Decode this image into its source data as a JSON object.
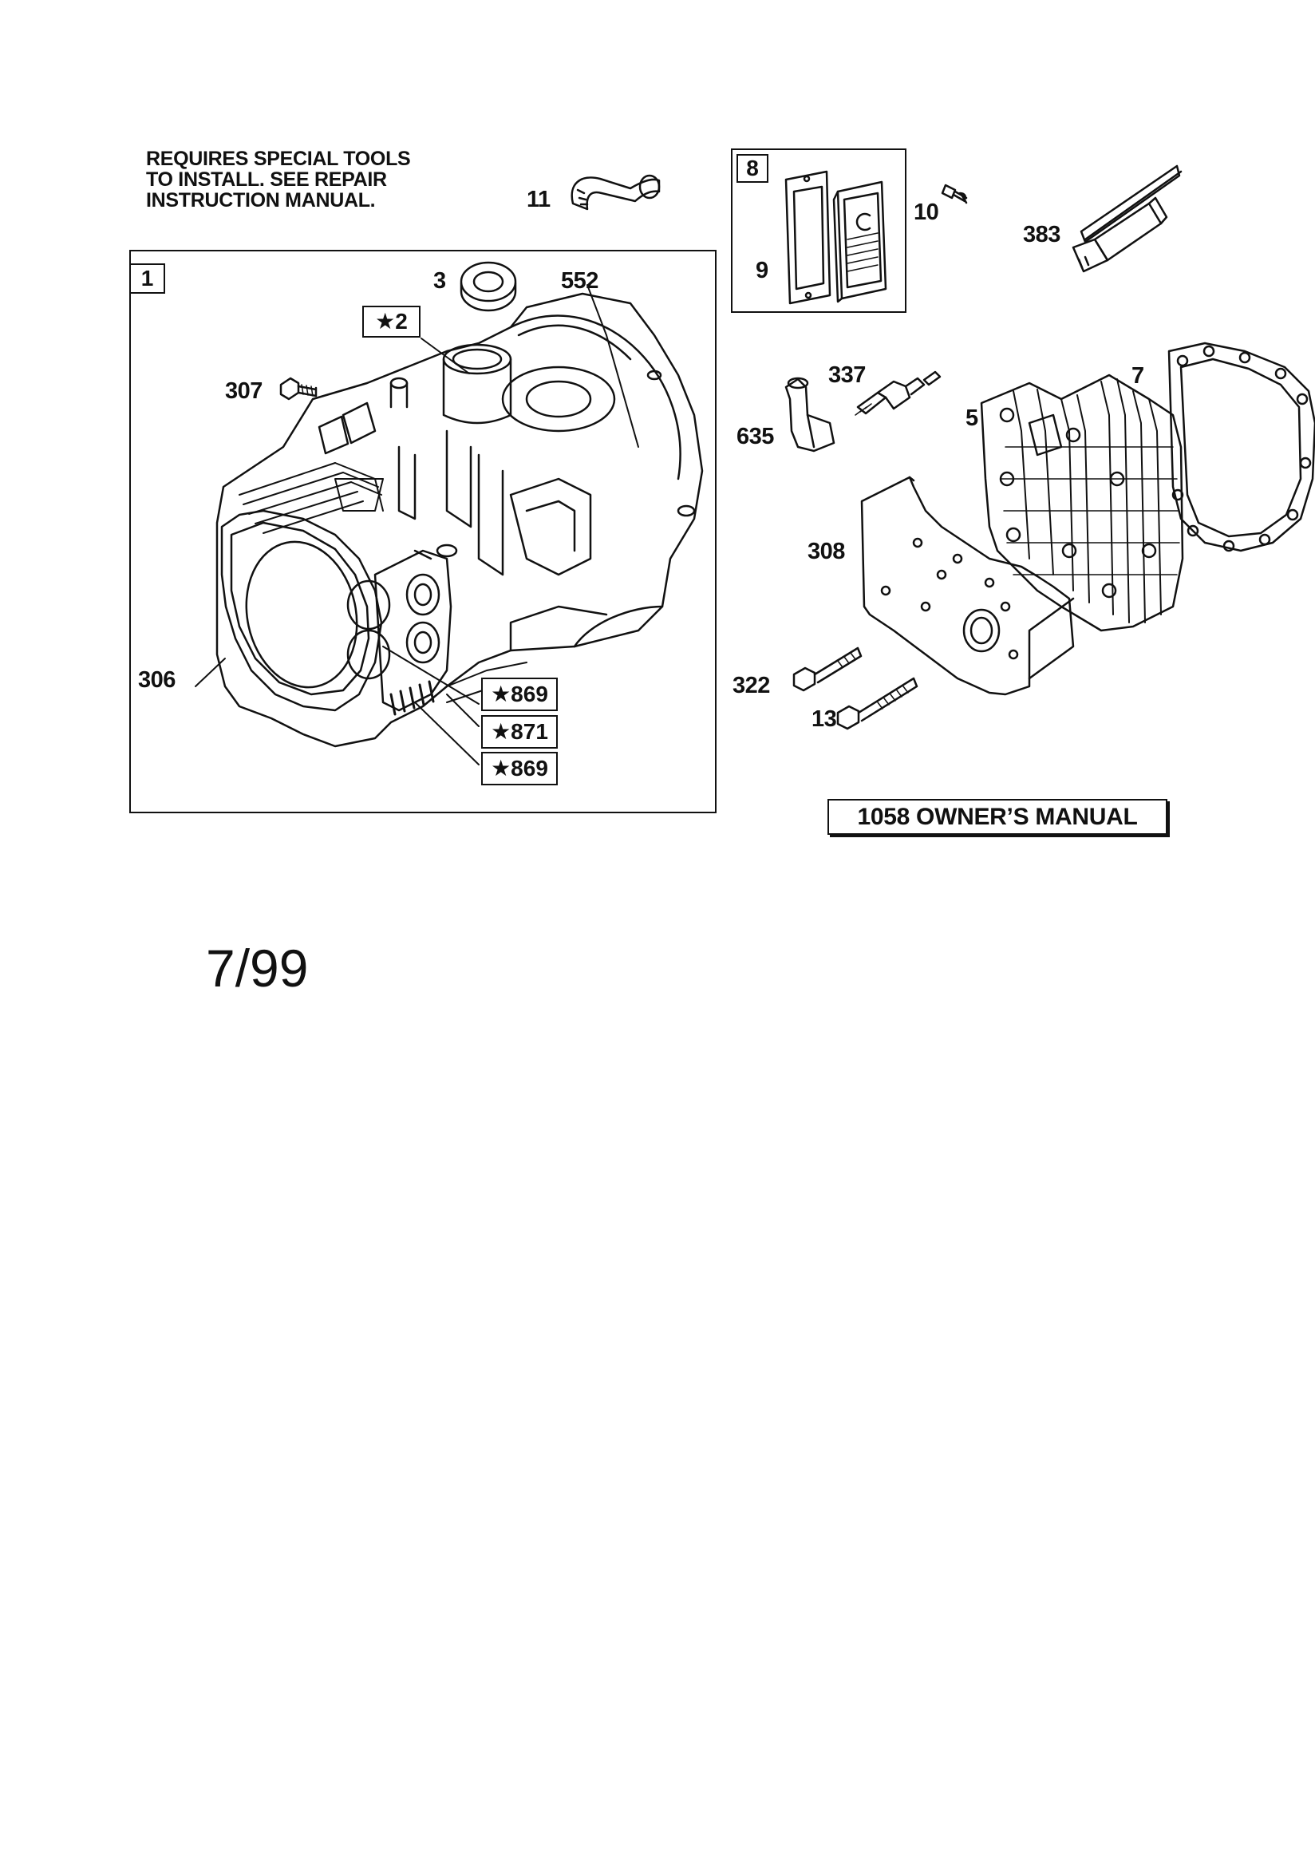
{
  "note": {
    "line1": "REQUIRES SPECIAL TOOLS",
    "line2": "TO INSTALL.  SEE REPAIR",
    "line3": "INSTRUCTION MANUAL."
  },
  "boxes": {
    "cylinder_assembly": "1",
    "breather_assembly": "8"
  },
  "parts": {
    "p2": "★2",
    "p3": "3",
    "p5": "5",
    "p7": "7",
    "p9": "9",
    "p10": "10",
    "p11": "11",
    "p13": "13",
    "p306": "306",
    "p307": "307",
    "p308": "308",
    "p322": "322",
    "p337": "337",
    "p383": "383",
    "p552": "552",
    "p635": "635",
    "p869a": "★869",
    "p871": "★871",
    "p869b": "★869"
  },
  "manual_label": "1058 OWNER’S MANUAL",
  "date": "7/99"
}
